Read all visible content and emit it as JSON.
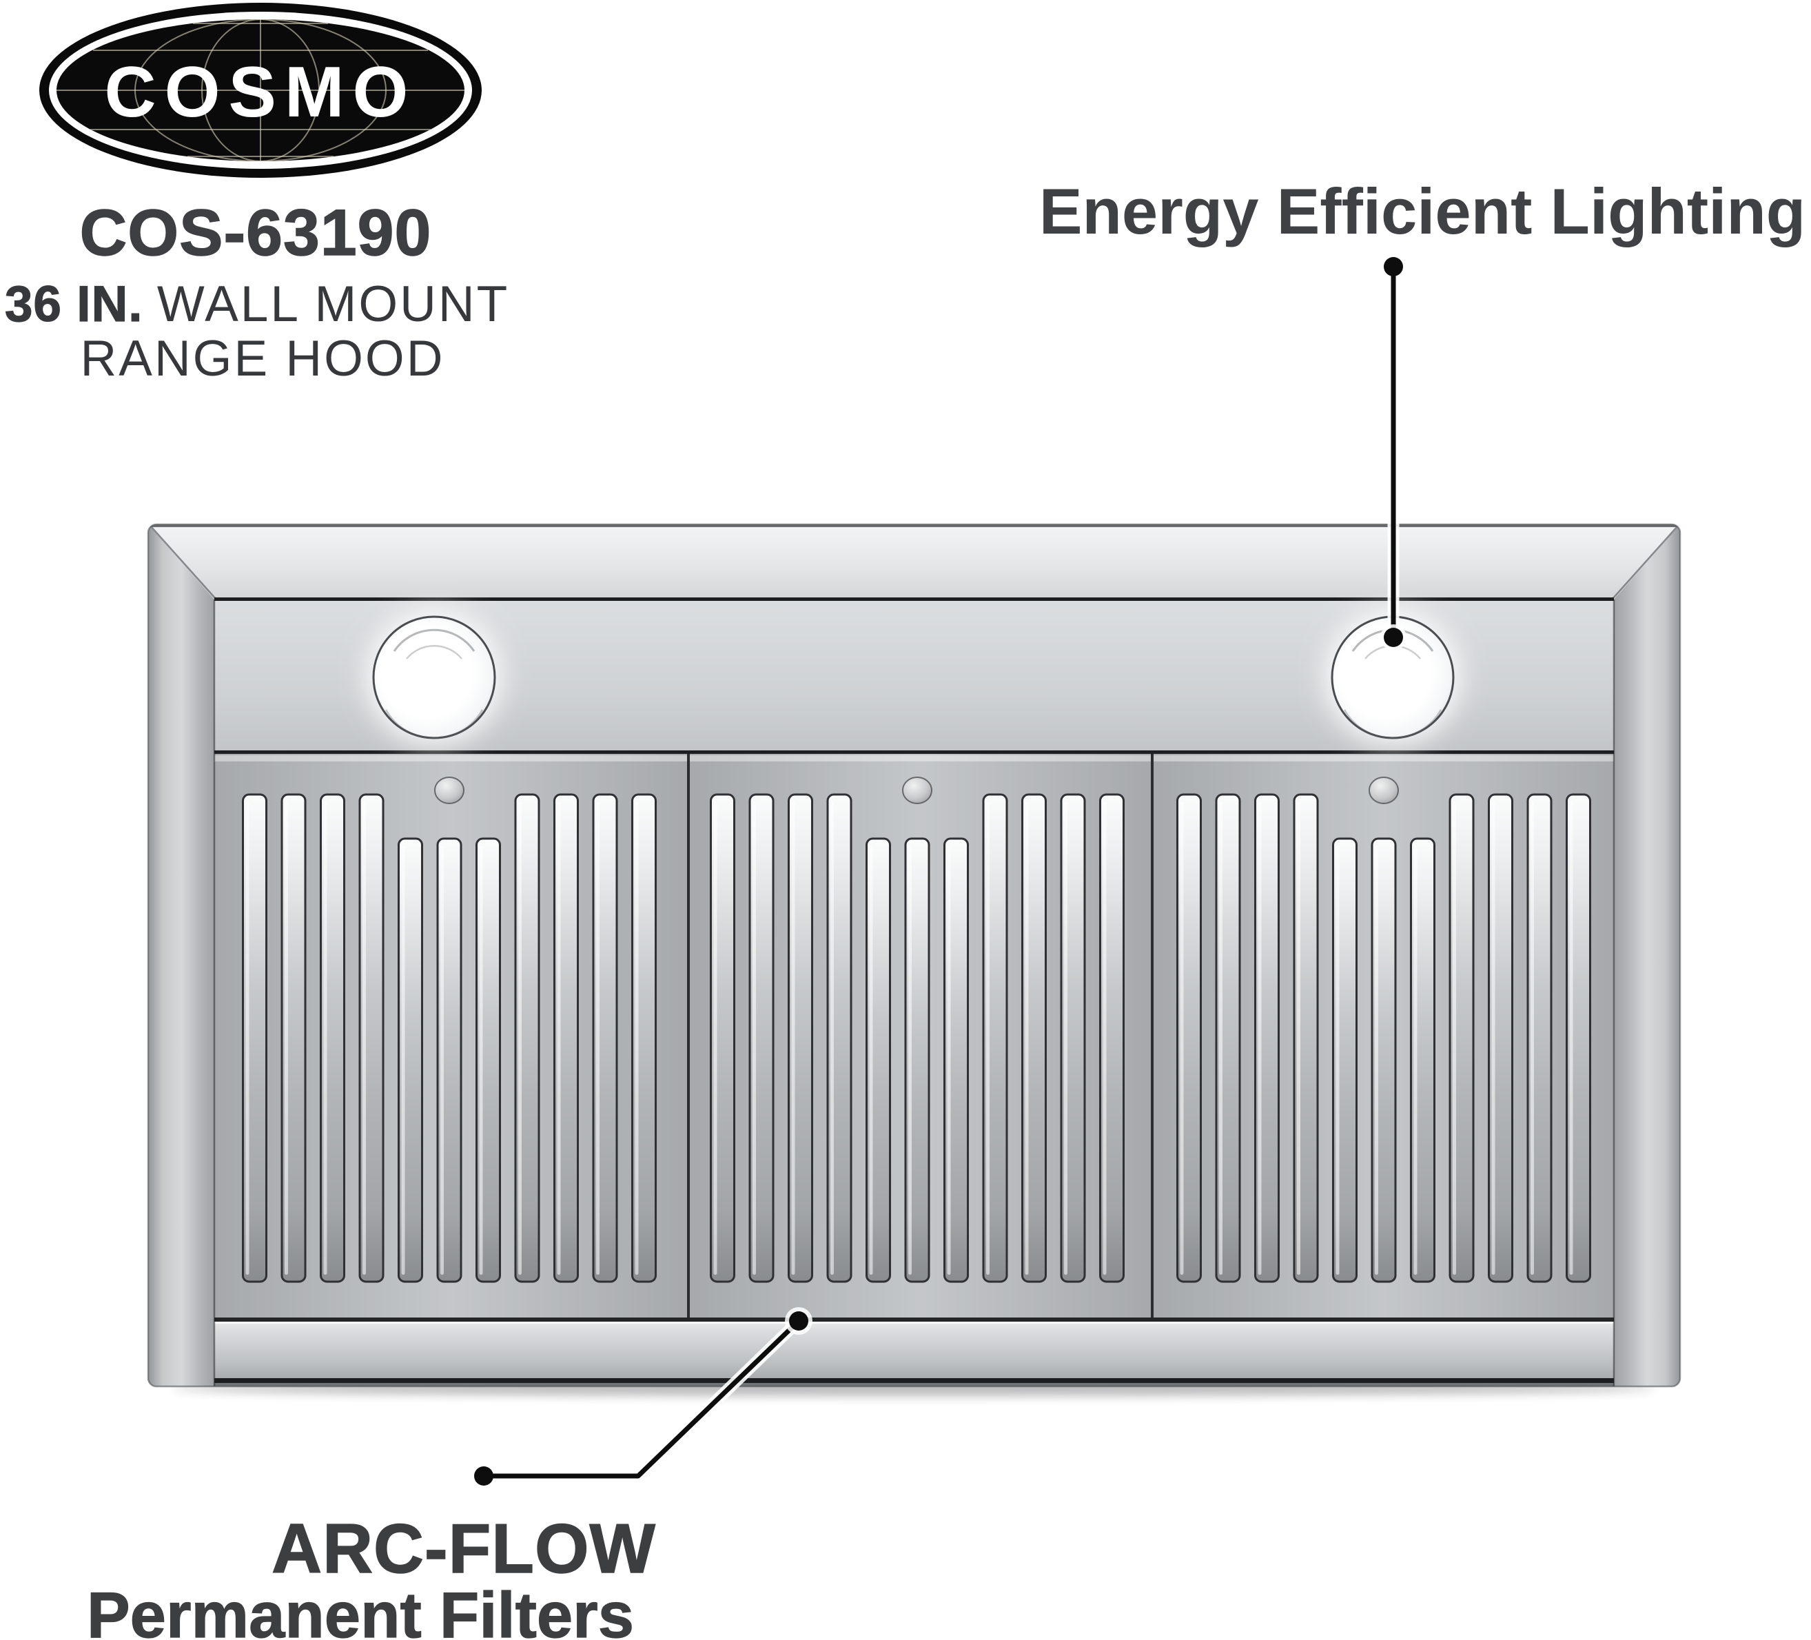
{
  "brand": {
    "logo_text": "COSMO",
    "model_number": "COS-63190",
    "size_bold": "36 IN.",
    "size_rest": "WALL MOUNT",
    "type_line": "RANGE HOOD"
  },
  "callouts": {
    "lighting_label": "Energy Efficient Lighting",
    "filters_label_line1": "ARC-FLOW",
    "filters_label_line2": "Permanent Filters"
  },
  "illustration": {
    "description": "stainless steel wall mount range hood seen from the front-underside",
    "light_count": 2,
    "filter_panel_count": 3,
    "slots_per_panel": 11,
    "short_slot_indices": [
      4,
      5,
      6
    ]
  },
  "colors": {
    "background": "#ffffff",
    "text_dark": "#3e3f42",
    "callout_line": "#0d0d0d",
    "logo_black": "#0a0a0a",
    "steel_bevel_light": "#eff1f2",
    "steel_band": "#cdd0d2",
    "steel_panel": "#b4b7b9",
    "steel_dark_seam": "#1d1e1f",
    "light_white": "#ffffff"
  }
}
